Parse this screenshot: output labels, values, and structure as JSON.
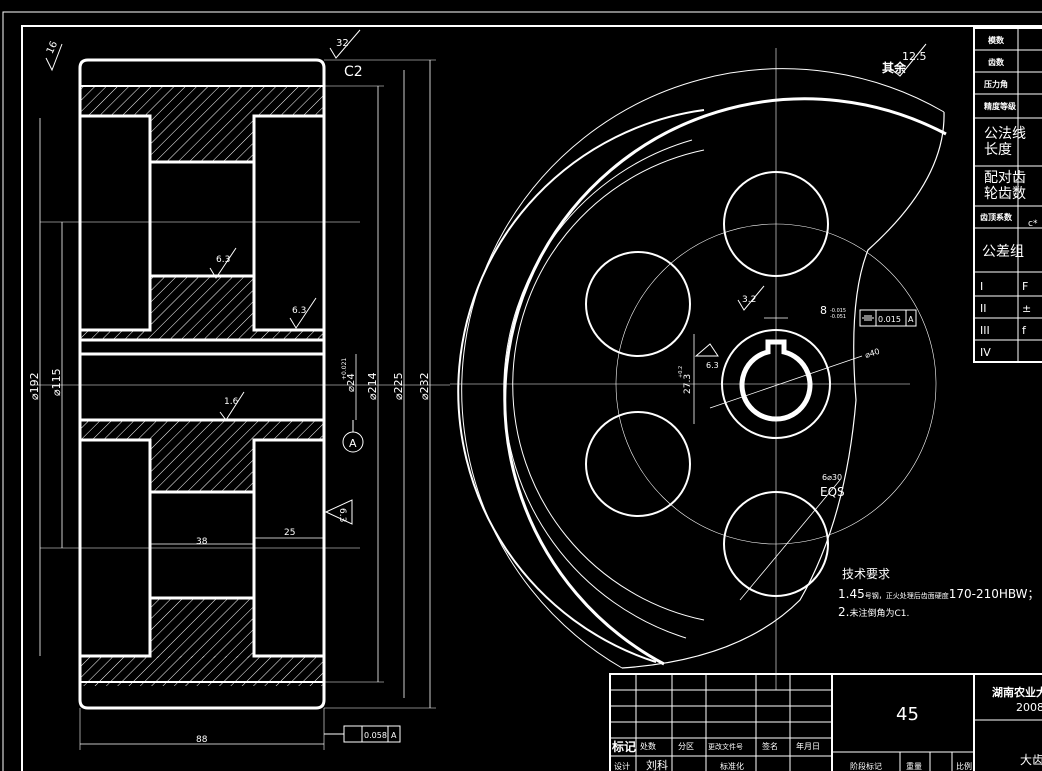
{
  "front_view": {
    "surface_mark_outer": "16",
    "surface_mark_top": "32",
    "chamfer_label": "C2",
    "dim_left_outer": "⌀192",
    "dim_left_inner": "⌀115",
    "dim_bore": "⌀24",
    "dim_bore_tol": "+0.021",
    "dim_214": "⌀214",
    "dim_225": "⌀225",
    "dim_232": "⌀232",
    "datum_label": "A",
    "rough_63_upper": "6.3",
    "rough_63_right": "6.3",
    "rough_16_mid": "1.6",
    "rough_63_side": "6.3",
    "dim_38": "38",
    "dim_25": "25",
    "dim_88": "88",
    "runout_tol": "0.058",
    "runout_datum": "A"
  },
  "side_view": {
    "remaining_label": "其余",
    "remaining_value": "12.5",
    "keyway_rough": "3.2",
    "keyway_width": "8",
    "keyway_tol": "-0.015\n-0.051",
    "symmetry_tol": "0.015",
    "symmetry_datum": "A",
    "hub_rough": "6.3",
    "hub_dim": "27.3",
    "hub_dim_tol": "+0.2",
    "dia_40": "⌀40",
    "holes_label": "6⌀30",
    "holes_eqs": "EQS"
  },
  "tech_req": {
    "title": "技术要求",
    "line1_pre": "1.45",
    "line1_small": "号钢，正火处理后齿面硬度",
    "line1_post": "170-210HBW；",
    "line2_pre": "2.",
    "line2_small": "未注倒角为C1."
  },
  "param_table": {
    "rows": [
      "模数",
      "齿数",
      "压力角",
      "精度等级"
    ],
    "common_normal": "公法线\n长度",
    "mating": "配对齿\n轮齿数",
    "tooth_coef": "齿顶系数",
    "tooth_coef_val": "c*",
    "tolerance_group": "公差组",
    "groups": [
      "I",
      "II",
      "III",
      "IV"
    ],
    "group_vals": [
      "F",
      "±",
      "f",
      ""
    ]
  },
  "title_block": {
    "material": "45",
    "school": "湖南农业大",
    "year": "2008",
    "part_name": "大齿轮",
    "mark_label": "标记",
    "headers": [
      "处数",
      "分区",
      "更改文件号",
      "签名",
      "年月日"
    ],
    "design_label": "设计",
    "designer": "刘科",
    "std_label": "标准化",
    "stage_label": "阶段标记",
    "weight_label": "重量",
    "ratio_label": "比例"
  }
}
